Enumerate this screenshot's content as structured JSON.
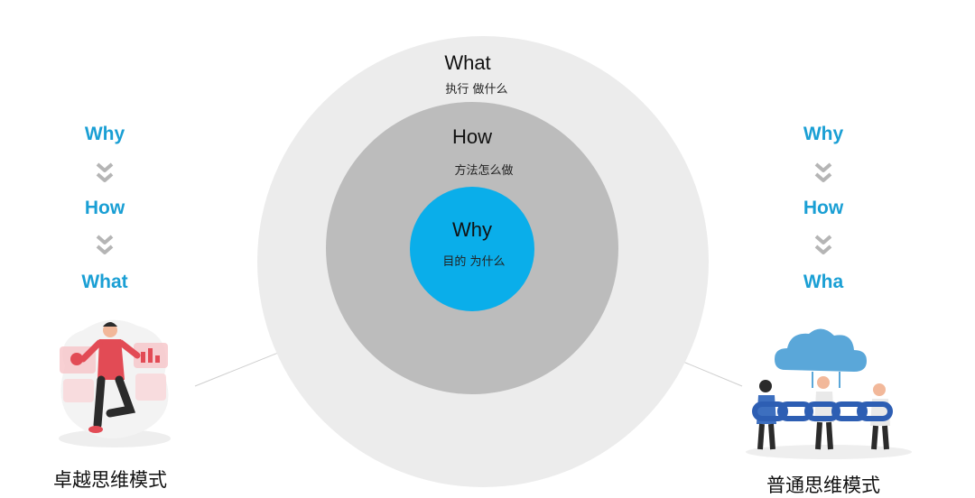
{
  "circles": {
    "outer": {
      "title": "What",
      "subtitle": "执行  做什么"
    },
    "middle": {
      "title": "How",
      "subtitle": "方法怎么做"
    },
    "inner": {
      "title": "Why",
      "subtitle": "目的  为什么"
    }
  },
  "left_column": {
    "steps": [
      "Why",
      "How",
      "What"
    ],
    "caption": "卓越思维模式",
    "illustration": "person-with-charts-illustration"
  },
  "right_column": {
    "steps": [
      "Why",
      "How",
      "Wha"
    ],
    "caption": "普通思维模式",
    "illustration": "people-holding-chain-under-cloud-illustration"
  },
  "colors": {
    "outer_circle": "#ececec",
    "middle_circle": "#bcbcbc",
    "inner_circle": "#0aaeea",
    "step_text": "#1a9fd4",
    "chevron": "#b5b5b5"
  }
}
